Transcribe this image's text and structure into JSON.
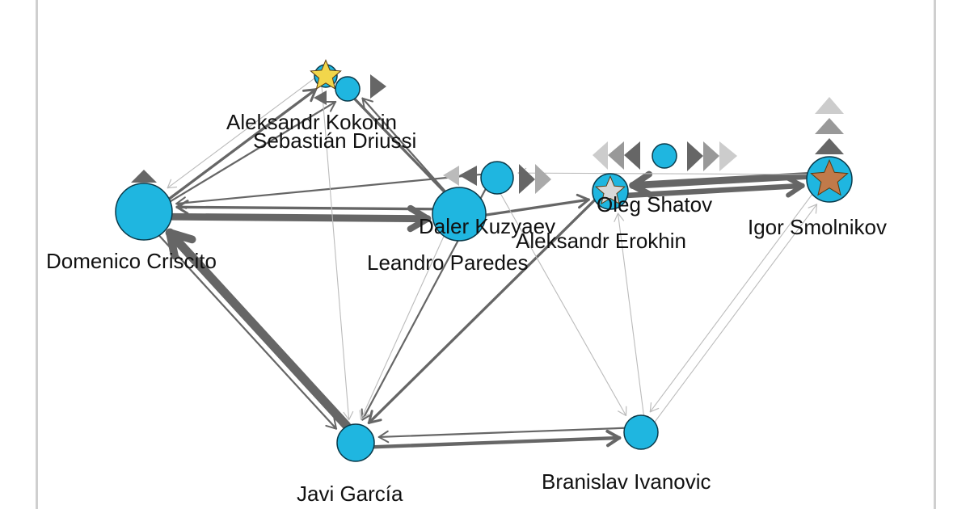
{
  "title": "Passing network",
  "colors": {
    "node": "#1fb6e0",
    "edge": "#666666",
    "edge_light": "#bbbbbb",
    "gold": "#f2d64b",
    "silver": "#d8d8d8",
    "bronze": "#c07a4a"
  },
  "nodes": [
    {
      "id": "kokorin",
      "label": "Aleksandr Kokorin",
      "award": "gold-star"
    },
    {
      "id": "driussi",
      "label": "Sebastián Driussi"
    },
    {
      "id": "criscito",
      "label": "Domenico Criscito"
    },
    {
      "id": "kuzyaev",
      "label": "Daler Kuzyaev"
    },
    {
      "id": "paredes",
      "label": "Leandro Paredes"
    },
    {
      "id": "shatov",
      "label": "Oleg Shatov",
      "award": "silver-star"
    },
    {
      "id": "erokhin",
      "label": "Aleksandr Erokhin"
    },
    {
      "id": "smolnikov",
      "label": "Igor Smolnikov",
      "award": "bronze-star"
    },
    {
      "id": "garcia",
      "label": "Javi García"
    },
    {
      "id": "ivanovic",
      "label": "Branislav Ivanovic"
    }
  ],
  "edges": [
    {
      "from": "criscito",
      "to": "paredes",
      "weight": 8
    },
    {
      "from": "garcia",
      "to": "criscito",
      "weight": 10
    },
    {
      "from": "smolnikov",
      "to": "shatov",
      "weight": 8
    },
    {
      "from": "shatov",
      "to": "smolnikov",
      "weight": 6
    },
    {
      "from": "criscito",
      "to": "garcia",
      "weight": 2
    },
    {
      "from": "garcia",
      "to": "ivanovic",
      "weight": 4
    },
    {
      "from": "ivanovic",
      "to": "garcia",
      "weight": 2
    },
    {
      "from": "paredes",
      "to": "criscito",
      "weight": 3
    },
    {
      "from": "kuzyaev",
      "to": "criscito",
      "weight": 2
    },
    {
      "from": "criscito",
      "to": "kokorin",
      "weight": 3
    },
    {
      "from": "criscito",
      "to": "driussi",
      "weight": 2
    },
    {
      "from": "paredes",
      "to": "kokorin",
      "weight": 3
    },
    {
      "from": "paredes",
      "to": "driussi",
      "weight": 2
    },
    {
      "from": "kuzyaev",
      "to": "garcia",
      "weight": 2
    },
    {
      "from": "paredes",
      "to": "garcia",
      "weight": 1
    },
    {
      "from": "shatov",
      "to": "garcia",
      "weight": 3
    },
    {
      "from": "paredes",
      "to": "shatov",
      "weight": 3
    },
    {
      "from": "kuzyaev",
      "to": "ivanovic",
      "weight": 1
    },
    {
      "from": "ivanovic",
      "to": "smolnikov",
      "weight": 1
    },
    {
      "from": "smolnikov",
      "to": "ivanovic",
      "weight": 1
    },
    {
      "from": "ivanovic",
      "to": "shatov",
      "weight": 1
    },
    {
      "from": "kokorin",
      "to": "criscito",
      "weight": 1
    },
    {
      "from": "smolnikov",
      "to": "kuzyaev",
      "weight": 1
    },
    {
      "from": "kokorin",
      "to": "garcia",
      "weight": 1
    }
  ]
}
